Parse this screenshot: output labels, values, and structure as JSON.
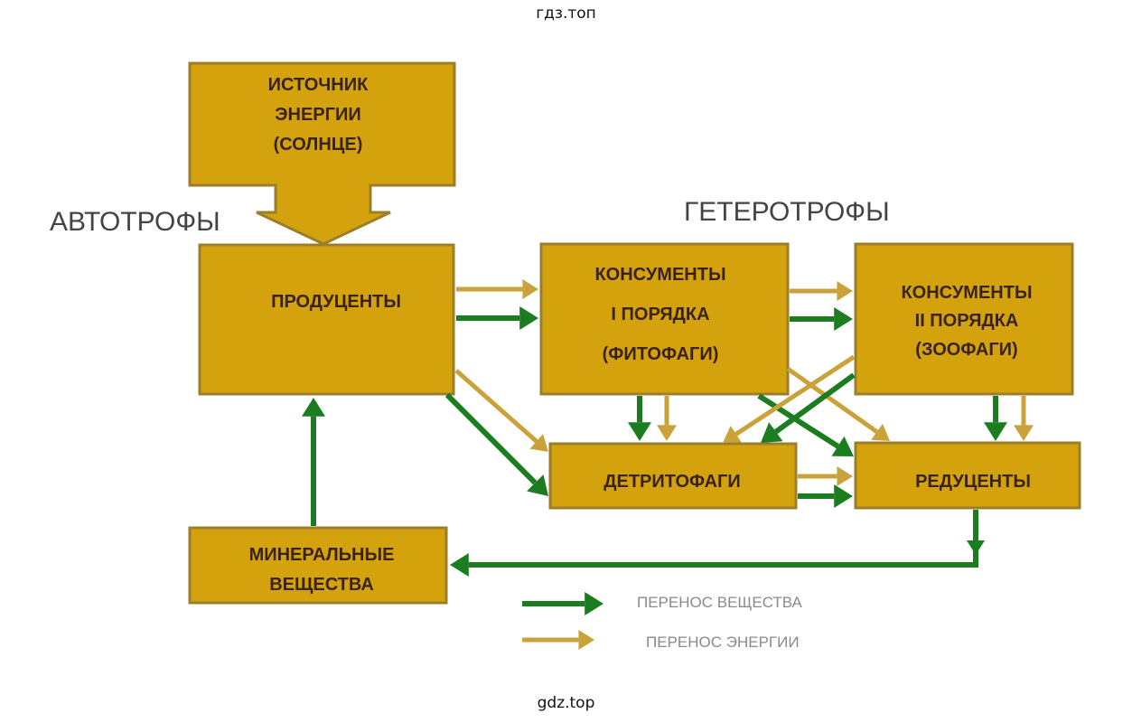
{
  "watermarks": {
    "top": "гдз.топ",
    "bottom": "gdz.top"
  },
  "group_labels": {
    "autotrophs": "АВТОТРОФЫ",
    "heterotrophs": "ГЕТЕРОТРОФЫ"
  },
  "nodes": {
    "energy_source": {
      "lines": [
        "ИСТОЧНИК",
        "ЭНЕРГИИ",
        "(СОЛНЦЕ)"
      ]
    },
    "producers": {
      "lines": [
        "ПРОДУЦЕНТЫ"
      ]
    },
    "consumers_1": {
      "lines": [
        "КОНСУМЕНТЫ",
        "I ПОРЯДКА",
        "(ФИТОФАГИ)"
      ]
    },
    "consumers_2": {
      "lines": [
        "КОНСУМЕНТЫ",
        "II ПОРЯДКА",
        "(ЗООФАГИ)"
      ]
    },
    "detritivores": {
      "lines": [
        "ДЕТРИТОФАГИ"
      ]
    },
    "decomposers": {
      "lines": [
        "РЕДУЦЕНТЫ"
      ]
    },
    "minerals": {
      "lines": [
        "МИНЕРАЛЬНЫЕ",
        "ВЕЩЕСТВА"
      ]
    }
  },
  "edges": [
    {
      "from": "energy_source",
      "to": "producers",
      "type": "energy"
    },
    {
      "from": "producers",
      "to": "consumers_1",
      "type": "energy"
    },
    {
      "from": "producers",
      "to": "consumers_1",
      "type": "matter"
    },
    {
      "from": "consumers_1",
      "to": "consumers_2",
      "type": "energy"
    },
    {
      "from": "consumers_1",
      "to": "consumers_2",
      "type": "matter"
    },
    {
      "from": "producers",
      "to": "detritivores",
      "type": "energy"
    },
    {
      "from": "producers",
      "to": "detritivores",
      "type": "matter"
    },
    {
      "from": "consumers_1",
      "to": "detritivores",
      "type": "matter"
    },
    {
      "from": "consumers_1",
      "to": "detritivores",
      "type": "energy"
    },
    {
      "from": "consumers_1",
      "to": "decomposers",
      "type": "energy"
    },
    {
      "from": "consumers_1",
      "to": "decomposers",
      "type": "matter"
    },
    {
      "from": "consumers_2",
      "to": "detritivores",
      "type": "energy"
    },
    {
      "from": "consumers_2",
      "to": "detritivores",
      "type": "matter"
    },
    {
      "from": "consumers_2",
      "to": "decomposers",
      "type": "matter"
    },
    {
      "from": "consumers_2",
      "to": "decomposers",
      "type": "energy"
    },
    {
      "from": "detritivores",
      "to": "decomposers",
      "type": "energy"
    },
    {
      "from": "detritivores",
      "to": "decomposers",
      "type": "matter"
    },
    {
      "from": "decomposers",
      "to": "minerals",
      "type": "matter"
    },
    {
      "from": "minerals",
      "to": "producers",
      "type": "matter"
    }
  ],
  "legend": {
    "matter": {
      "label": "ПЕРЕНОС ВЕЩЕСТВА",
      "color": "#1b7d1f"
    },
    "energy": {
      "label": "ПЕРЕНОС ЭНЕРГИИ",
      "color": "#c9a23a"
    }
  },
  "colors": {
    "box_fill": "#d4a20c",
    "box_border": "#9c7d2c",
    "box_text": "#3a2410"
  }
}
